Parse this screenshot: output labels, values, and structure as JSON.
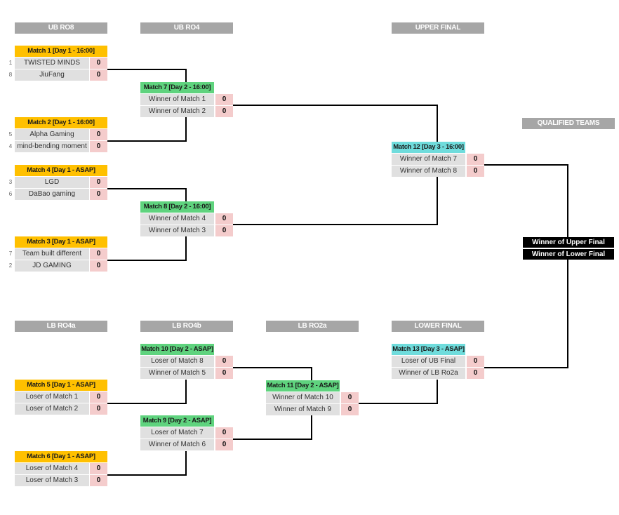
{
  "round_headers": {
    "ub_ro8": "UB RO8",
    "ub_ro4": "UB RO4",
    "upper_final": "UPPER FINAL",
    "qualified_teams": "QUALIFIED TEAMS",
    "lb_ro4a": "LB RO4a",
    "lb_ro4b": "LB RO4b",
    "lb_ro2a": "LB RO2a",
    "lower_final": "LOWER FINAL"
  },
  "matches": [
    {
      "id": "m1",
      "label": "Match 1 [Day 1 - 16:00]",
      "color": "#ffc000",
      "teams": [
        {
          "seed": "1",
          "name": "TWISTED MINDS",
          "score": "0"
        },
        {
          "seed": "8",
          "name": "JiuFang",
          "score": "0"
        }
      ]
    },
    {
      "id": "m2",
      "label": "Match 2 [Day 1 - 16:00]",
      "color": "#ffc000",
      "teams": [
        {
          "seed": "5",
          "name": "Alpha Gaming",
          "score": "0"
        },
        {
          "seed": "4",
          "name": "mind-bending moment",
          "score": "0"
        }
      ]
    },
    {
      "id": "m4",
      "label": "Match 4 [Day 1 - ASAP]",
      "color": "#ffc000",
      "teams": [
        {
          "seed": "3",
          "name": "LGD",
          "score": "0"
        },
        {
          "seed": "6",
          "name": "DaBao gaming",
          "score": "0"
        }
      ]
    },
    {
      "id": "m3",
      "label": "Match 3 [Day 1 - ASAP]",
      "color": "#ffc000",
      "teams": [
        {
          "seed": "7",
          "name": "Team built different",
          "score": "0"
        },
        {
          "seed": "2",
          "name": "JD GAMING",
          "score": "0"
        }
      ]
    },
    {
      "id": "m7",
      "label": "Match 7 [Day 2 - 16:00]",
      "color": "#5fd37e",
      "teams": [
        {
          "name": "Winner of Match 1",
          "score": "0"
        },
        {
          "name": "Winner of Match 2",
          "score": "0"
        }
      ]
    },
    {
      "id": "m8",
      "label": "Match 8 [Day 2 - 16:00]",
      "color": "#5fd37e",
      "teams": [
        {
          "name": "Winner of Match 4",
          "score": "0"
        },
        {
          "name": "Winner of Match 3",
          "score": "0"
        }
      ]
    },
    {
      "id": "m12",
      "label": "Match 12 [Day 3 - 16:00]",
      "color": "#6fdcdc",
      "teams": [
        {
          "name": "Winner of Match 7",
          "score": "0"
        },
        {
          "name": "Winner of Match 8",
          "score": "0"
        }
      ]
    },
    {
      "id": "m5",
      "label": "Match 5 [Day 1 - ASAP]",
      "color": "#ffc000",
      "teams": [
        {
          "name": "Loser of Match 1",
          "score": "0"
        },
        {
          "name": "Loser of Match 2",
          "score": "0"
        }
      ]
    },
    {
      "id": "m6",
      "label": "Match 6 [Day 1 - ASAP]",
      "color": "#ffc000",
      "teams": [
        {
          "name": "Loser of Match 4",
          "score": "0"
        },
        {
          "name": "Loser of Match 3",
          "score": "0"
        }
      ]
    },
    {
      "id": "m10",
      "label": "Match 10  [Day 2 - ASAP]",
      "color": "#5fd37e",
      "teams": [
        {
          "name": "Loser of Match 8",
          "score": "0"
        },
        {
          "name": "Winner of Match 5",
          "score": "0"
        }
      ]
    },
    {
      "id": "m9",
      "label": "Match 9 [Day 2 - ASAP]",
      "color": "#5fd37e",
      "teams": [
        {
          "name": "Loser of Match 7",
          "score": "0"
        },
        {
          "name": "Winner of Match 6",
          "score": "0"
        }
      ]
    },
    {
      "id": "m11",
      "label": "Match 11 [Day 2 - ASAP]",
      "color": "#5fd37e",
      "teams": [
        {
          "name": "Winner of Match 10",
          "score": "0"
        },
        {
          "name": "Winner of Match 9",
          "score": "0"
        }
      ]
    },
    {
      "id": "m13",
      "label": "Match 13 [Day 3 - ASAP]",
      "color": "#6fdcdc",
      "teams": [
        {
          "name": "Loser of UB Final",
          "score": "0"
        },
        {
          "name": "Winner of LB Ro2a",
          "score": "0"
        }
      ]
    }
  ],
  "qualified": [
    "Winner of Upper Final",
    "Winner of Lower Final"
  ],
  "colors": {
    "round_header_bg": "#a6a6a6",
    "team_bg": "#e0e0e0",
    "score_bg": "#f4cccc",
    "day1": "#ffc000",
    "day2": "#5fd37e",
    "day3": "#6fdcdc",
    "qualified_bg": "#000000"
  }
}
